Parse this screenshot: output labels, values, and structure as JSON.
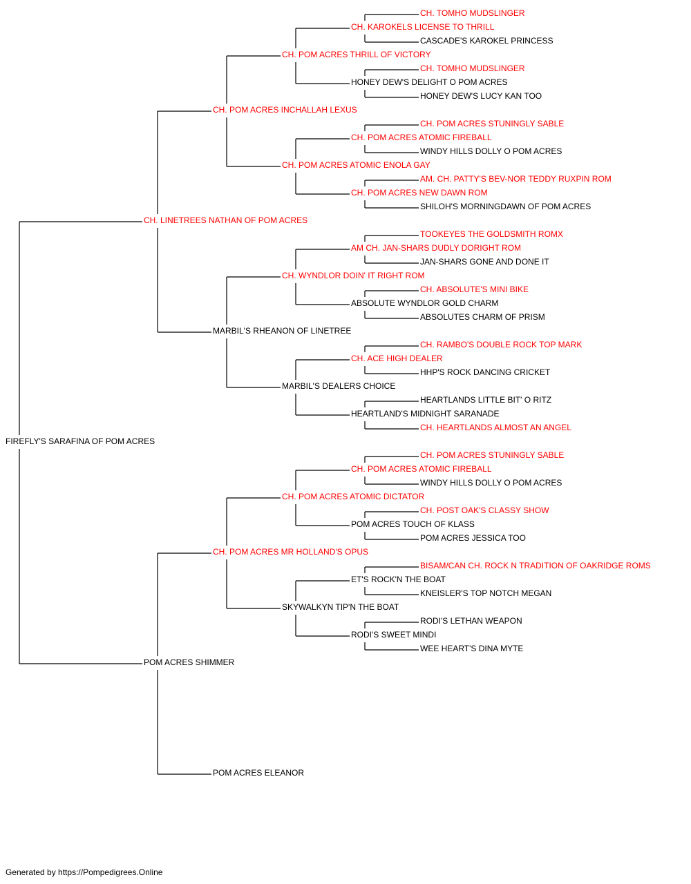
{
  "colors": {
    "champion": "#ff0000",
    "normal": "#000000",
    "line": "#000000"
  },
  "pedigree": {
    "name": "FIREFLY'S SARAFINA OF POM ACRES",
    "champion": false,
    "sire": {
      "name": "CH. LINETREES NATHAN OF POM ACRES",
      "champion": true,
      "sire": {
        "name": "CH. POM ACRES INCHALLAH LEXUS",
        "champion": true,
        "sire": {
          "name": "CH. POM ACRES THRILL OF VICTORY",
          "champion": true,
          "sire": {
            "name": "CH. KAROKELS LICENSE TO THRILL",
            "champion": true,
            "sire": {
              "name": "CH. TOMHO MUDSLINGER",
              "champion": true
            },
            "dam": {
              "name": "CASCADE'S KAROKEL PRINCESS",
              "champion": false
            }
          },
          "dam": {
            "name": "HONEY DEW'S DELIGHT O POM ACRES",
            "champion": false,
            "sire": {
              "name": "CH. TOMHO MUDSLINGER",
              "champion": true
            },
            "dam": {
              "name": "HONEY DEW'S LUCY KAN TOO",
              "champion": false
            }
          }
        },
        "dam": {
          "name": "CH. POM ACRES ATOMIC ENOLA GAY",
          "champion": true,
          "sire": {
            "name": "CH. POM ACRES ATOMIC FIREBALL",
            "champion": true,
            "sire": {
              "name": "CH. POM ACRES STUNINGLY SABLE",
              "champion": true
            },
            "dam": {
              "name": "WINDY HILLS DOLLY O POM ACRES",
              "champion": false
            }
          },
          "dam": {
            "name": "CH. POM ACRES NEW DAWN ROM",
            "champion": true,
            "sire": {
              "name": "AM. CH. PATTY'S BEV-NOR TEDDY RUXPIN ROM",
              "champion": true
            },
            "dam": {
              "name": "SHILOH'S MORNINGDAWN OF POM ACRES",
              "champion": false
            }
          }
        }
      },
      "dam": {
        "name": "MARBIL'S RHEANON OF LINETREE",
        "champion": false,
        "sire": {
          "name": "CH. WYNDLOR DOIN' IT RIGHT ROM",
          "champion": true,
          "sire": {
            "name": "AM CH. JAN-SHARS DUDLY DORIGHT ROM",
            "champion": true,
            "sire": {
              "name": "TOOKEYES THE GOLDSMITH ROMX",
              "champion": true
            },
            "dam": {
              "name": "JAN-SHARS GONE AND DONE IT",
              "champion": false
            }
          },
          "dam": {
            "name": "ABSOLUTE WYNDLOR GOLD CHARM",
            "champion": false,
            "sire": {
              "name": "CH. ABSOLUTE'S MINI BIKE",
              "champion": true
            },
            "dam": {
              "name": "ABSOLUTES CHARM OF PRISM",
              "champion": false
            }
          }
        },
        "dam": {
          "name": "MARBIL'S DEALERS CHOICE",
          "champion": false,
          "sire": {
            "name": "CH. ACE HIGH DEALER",
            "champion": true,
            "sire": {
              "name": "CH. RAMBO'S DOUBLE ROCK TOP MARK",
              "champion": true
            },
            "dam": {
              "name": "HHP'S ROCK DANCING CRICKET",
              "champion": false
            }
          },
          "dam": {
            "name": "HEARTLAND'S MIDNIGHT SARANADE",
            "champion": false,
            "sire": {
              "name": "HEARTLANDS LITTLE BIT' O RITZ",
              "champion": false
            },
            "dam": {
              "name": "CH. HEARTLANDS ALMOST AN ANGEL",
              "champion": true
            }
          }
        }
      }
    },
    "dam": {
      "name": "POM ACRES SHIMMER",
      "champion": false,
      "sire": {
        "name": "CH. POM ACRES MR HOLLAND'S OPUS",
        "champion": true,
        "sire": {
          "name": "CH. POM ACRES ATOMIC DICTATOR",
          "champion": true,
          "sire": {
            "name": "CH. POM ACRES ATOMIC FIREBALL",
            "champion": true,
            "sire": {
              "name": "CH. POM ACRES STUNINGLY SABLE",
              "champion": true
            },
            "dam": {
              "name": "WINDY HILLS DOLLY O POM ACRES",
              "champion": false
            }
          },
          "dam": {
            "name": "POM ACRES TOUCH OF KLASS",
            "champion": false,
            "sire": {
              "name": "CH. POST OAK'S CLASSY SHOW",
              "champion": true
            },
            "dam": {
              "name": "POM ACRES JESSICA TOO",
              "champion": false
            }
          }
        },
        "dam": {
          "name": "SKYWALKYN TIP'N THE BOAT",
          "champion": false,
          "sire": {
            "name": "ET'S ROCK'N THE BOAT",
            "champion": false,
            "sire": {
              "name": "BISAM/CAN CH. ROCK N TRADITION OF OAKRIDGE ROMS",
              "champion": true
            },
            "dam": {
              "name": "KNEISLER'S TOP NOTCH MEGAN",
              "champion": false
            }
          },
          "dam": {
            "name": "RODI'S SWEET MINDI",
            "champion": false,
            "sire": {
              "name": "RODI'S LETHAN WEAPON",
              "champion": false
            },
            "dam": {
              "name": "WEE HEART'S DINA MYTE",
              "champion": false
            }
          }
        }
      },
      "dam": {
        "name": "POM ACRES ELEANOR",
        "champion": false
      }
    }
  },
  "footer": "Generated by https://Pompedigrees.Online"
}
